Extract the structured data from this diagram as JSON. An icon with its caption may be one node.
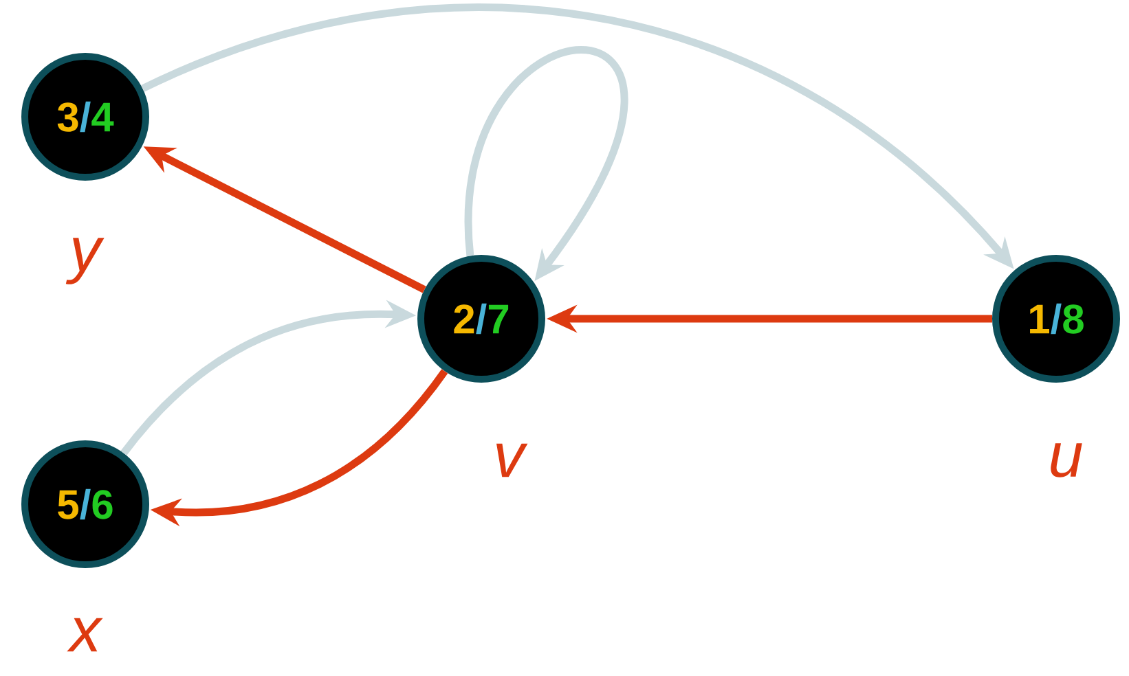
{
  "diagram": {
    "nodes": [
      {
        "text": [
          "3",
          "/",
          "4"
        ],
        "beside": [
          "y"
        ]
      },
      {
        "text": [
          "2",
          "/",
          "7"
        ],
        "beside": [
          "v"
        ]
      },
      {
        "text": [
          "1",
          "/",
          "8"
        ],
        "beside": [
          "u"
        ]
      },
      {
        "text": [
          "5",
          "/",
          "6"
        ],
        "beside": [
          "x"
        ]
      }
    ],
    "edges": [
      {
        "from": 0,
        "to": 2,
        "arrow": "to",
        "color": "#c9d9dd"
      },
      {
        "from": 1,
        "to": 0,
        "arrow": "to",
        "color": "#dd3a10"
      },
      {
        "from": 2,
        "to": 1,
        "arrow": "to",
        "color": "#dd3a10"
      },
      {
        "from": 1,
        "to": 1,
        "arrow": "to",
        "color": "#c9d9dd"
      },
      {
        "from": 3,
        "to": 1,
        "arrow": "to",
        "color": "#c9d9dd"
      },
      {
        "from": 1,
        "to": 3,
        "arrow": "to",
        "color": "#dd3a10"
      }
    ]
  }
}
